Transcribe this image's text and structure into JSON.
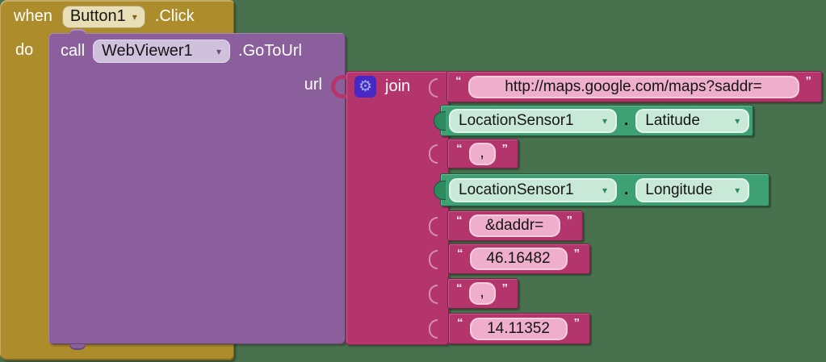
{
  "palette": {
    "canvas_background": "#48714d",
    "event_block": "#ad8c2b",
    "call_block": "#8a5f9b",
    "text_block": "#b4356c",
    "component_block": "#3ea174",
    "text_field": "#efaecb",
    "gear_background": "#4728c5"
  },
  "icons": {
    "gear": "⚙",
    "dropdown_arrow": "▾"
  },
  "strings": {
    "open_quote": "“",
    "close_quote": "”"
  },
  "when_block": {
    "keyword": "when",
    "component": "Button1",
    "event": ".Click",
    "do_label": "do"
  },
  "call_block": {
    "keyword": "call",
    "component": "WebViewer1",
    "method": ".GoToUrl",
    "param_label": "url"
  },
  "join_block": {
    "label": "join"
  },
  "args": [
    {
      "type": "text",
      "value": "http://maps.google.com/maps?saddr="
    },
    {
      "type": "component_property",
      "component": "LocationSensor1",
      "separator": ".",
      "property": "Latitude"
    },
    {
      "type": "text",
      "value": ","
    },
    {
      "type": "component_property",
      "component": "LocationSensor1",
      "separator": ".",
      "property": "Longitude"
    },
    {
      "type": "text",
      "value": "&daddr="
    },
    {
      "type": "text",
      "value": "46.16482"
    },
    {
      "type": "text",
      "value": ","
    },
    {
      "type": "text",
      "value": "14.11352"
    }
  ]
}
